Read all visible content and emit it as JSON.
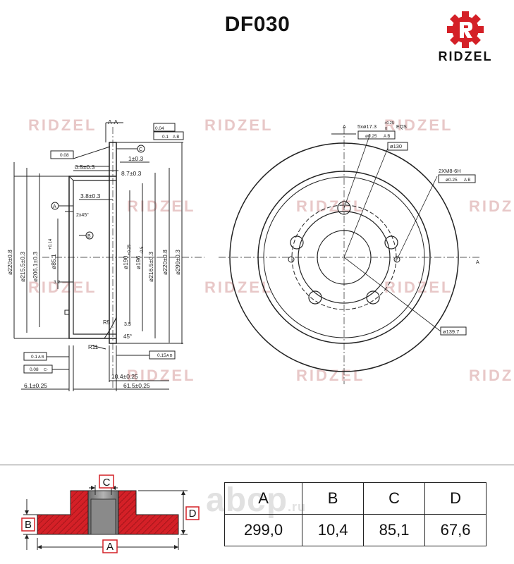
{
  "header": {
    "part_number": "DF030",
    "brand": "RIDZEL"
  },
  "colors": {
    "accent": "#d42027",
    "line": "#222222",
    "watermark": "#e8c8c8"
  },
  "drawing": {
    "watermark_text": "RIDZEL",
    "section_label": "A-A",
    "view_label_a": "A",
    "datum_labels": [
      "A",
      "B",
      "C"
    ],
    "gdt": {
      "flatness_a": "0.04",
      "runout_b_ab": "0.1",
      "runout_b_ab_ref": "A B",
      "parallel_a": "0.08",
      "face_runout": "0.1",
      "face_runout_ref": "A B",
      "thickness_var": "0.08",
      "thickness_var_ref": "C-",
      "runout_ab2": "0.15",
      "runout_ab2_ref": "A B"
    },
    "dimensions": {
      "d1": "0.5±0.3",
      "d2": "1±0.3",
      "d3": "8.7±0.3",
      "d4": "3.8±0.3",
      "chamfer": "2x45°",
      "thick_3_2": "3.2",
      "thick_3_2b": "3.2",
      "r5": "R5",
      "r11": "R11",
      "d_3_5": "3.5",
      "d_3_5b": "3.5",
      "d_3_5c": "3.5",
      "angle_45": "45°",
      "d_10_4": "10.4±0.25",
      "d_6_1": "6.1±0.25",
      "d_61_5": "61.5±0.25",
      "dia_220": "ø220±0.8",
      "dia_215_5": "ø215.5±0.3",
      "dia_206_1": "ø206.1±0.3",
      "dia_85_1": "ø85.1",
      "dia_85_1_tol": "+0.14",
      "dia_85_1_tol2": "0",
      "dia_190": "ø190",
      "dia_190_tol": "+0.25",
      "dia_190_tol2": "0",
      "dia_196": "ø196",
      "dia_196_tol": "-0.5",
      "dia_216_5": "ø216.5±0.3",
      "dia_220b": "ø220±0.8",
      "dia_299": "ø299±0.3",
      "holes": "5xø17.3",
      "holes_tol": "+0.25",
      "holes_tol2": "0",
      "holes_eqs": "EQS",
      "holes_pos": "ø0.25",
      "holes_pos_ref": "A B",
      "pcd_130": "ø130",
      "thread": "2XM8-6H",
      "thread_pos": "ø0.25",
      "thread_pos_ref": "A B",
      "pcd_139_7": "ø139.7"
    }
  },
  "profile": {
    "label_a": "A",
    "label_b": "B",
    "label_c": "C",
    "label_d": "D"
  },
  "watermark_bottom": "abcp",
  "watermark_bottom_suffix": ".ru",
  "dims_table": {
    "headers": [
      "A",
      "B",
      "C",
      "D"
    ],
    "values": [
      "299,0",
      "10,4",
      "85,1",
      "67,6"
    ]
  }
}
